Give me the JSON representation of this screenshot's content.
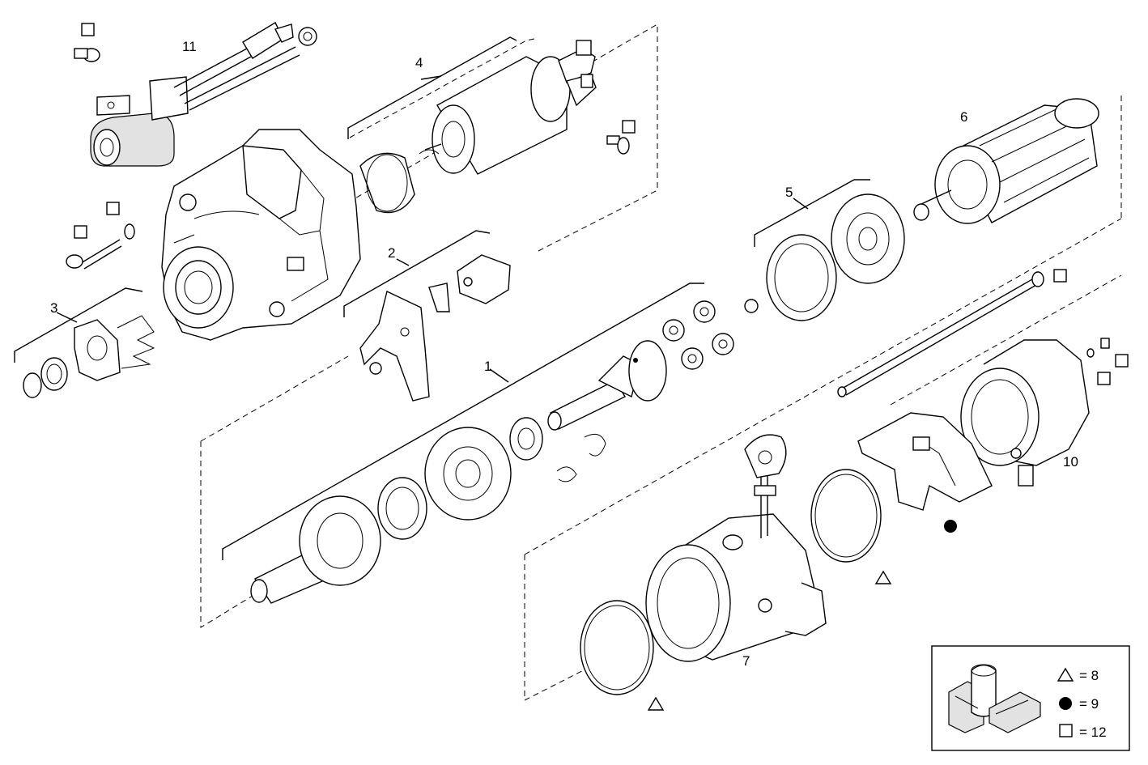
{
  "callouts": [
    {
      "id": "c1",
      "label": "1"
    },
    {
      "id": "c2",
      "label": "2"
    },
    {
      "id": "c3",
      "label": "3"
    },
    {
      "id": "c4",
      "label": "4"
    },
    {
      "id": "c5",
      "label": "5"
    },
    {
      "id": "c6",
      "label": "6"
    },
    {
      "id": "c7",
      "label": "7"
    },
    {
      "id": "c10",
      "label": "10"
    },
    {
      "id": "c11",
      "label": "11"
    }
  ],
  "legend": {
    "items": [
      {
        "symbol": "triangle",
        "text": "= 8"
      },
      {
        "symbol": "dot",
        "text": "= 9"
      },
      {
        "symbol": "square",
        "text": "= 12"
      }
    ]
  },
  "symbols": {
    "triangle": "triangle-marker",
    "dot": "filled-circle-marker",
    "square": "square-marker"
  }
}
